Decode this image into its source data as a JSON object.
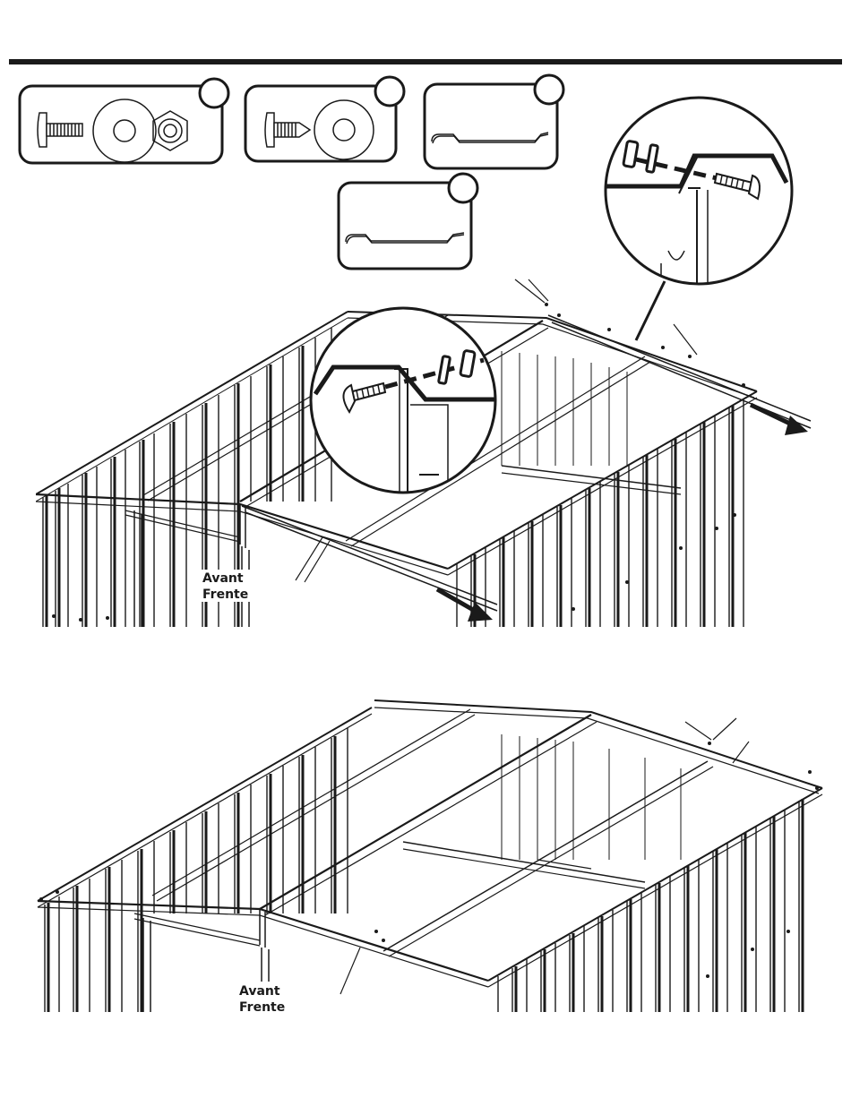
{
  "upper_figure": {
    "front_label_fr": "Avant",
    "front_label_es": "Frente"
  },
  "lower_figure": {
    "front_label_fr": "Avant",
    "front_label_es": "Frente"
  },
  "parts": [
    {
      "icon": "bolt-washer-nut-icon"
    },
    {
      "icon": "screw-washer-icon"
    },
    {
      "icon": "roof-panel-profile-icon"
    },
    {
      "icon": "roof-panel-profile-icon"
    }
  ],
  "colors": {
    "line": "#1a1a1a",
    "background": "#ffffff"
  }
}
